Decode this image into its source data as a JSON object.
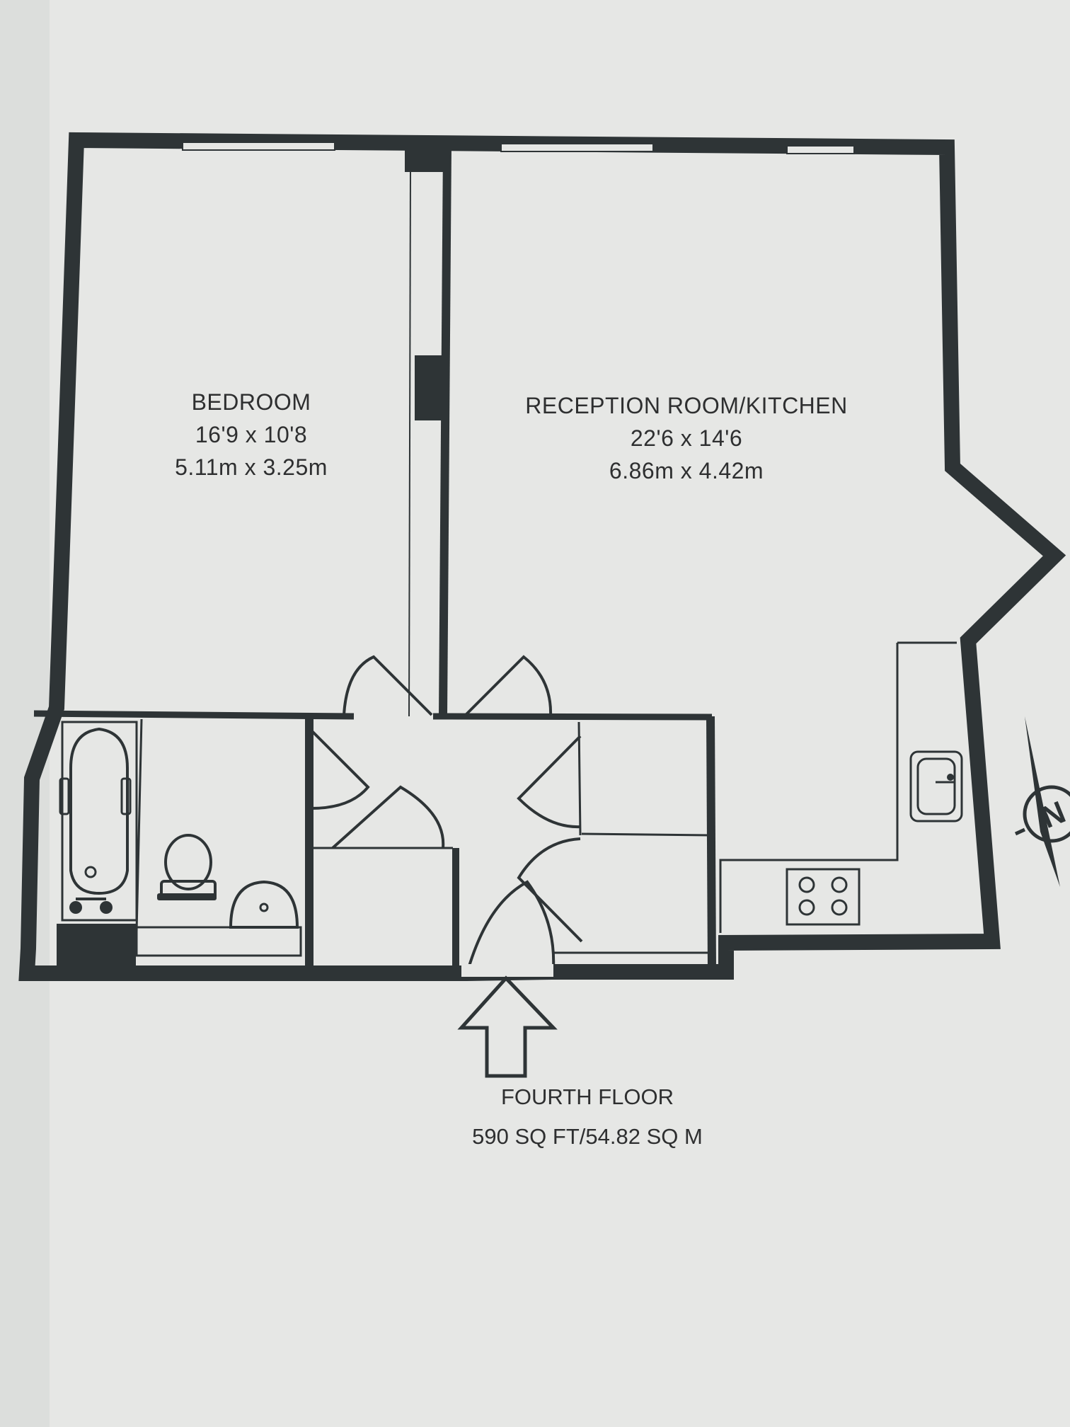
{
  "rooms": {
    "bedroom": {
      "name": "BEDROOM",
      "size_imperial": "16'9 x 10'8",
      "size_metric": "5.11m x 3.25m"
    },
    "reception": {
      "name": "RECEPTION ROOM/KITCHEN",
      "size_imperial": "22'6 x 14'6",
      "size_metric": "6.86m x 4.42m"
    }
  },
  "floor": {
    "name": "FOURTH FLOOR",
    "area": "590 SQ FT/54.82 SQ M"
  },
  "compass": {
    "letter": "N"
  },
  "colors": {
    "wall": "#2e3436",
    "paper": "#e6e7e5",
    "text": "#2e2f30"
  }
}
